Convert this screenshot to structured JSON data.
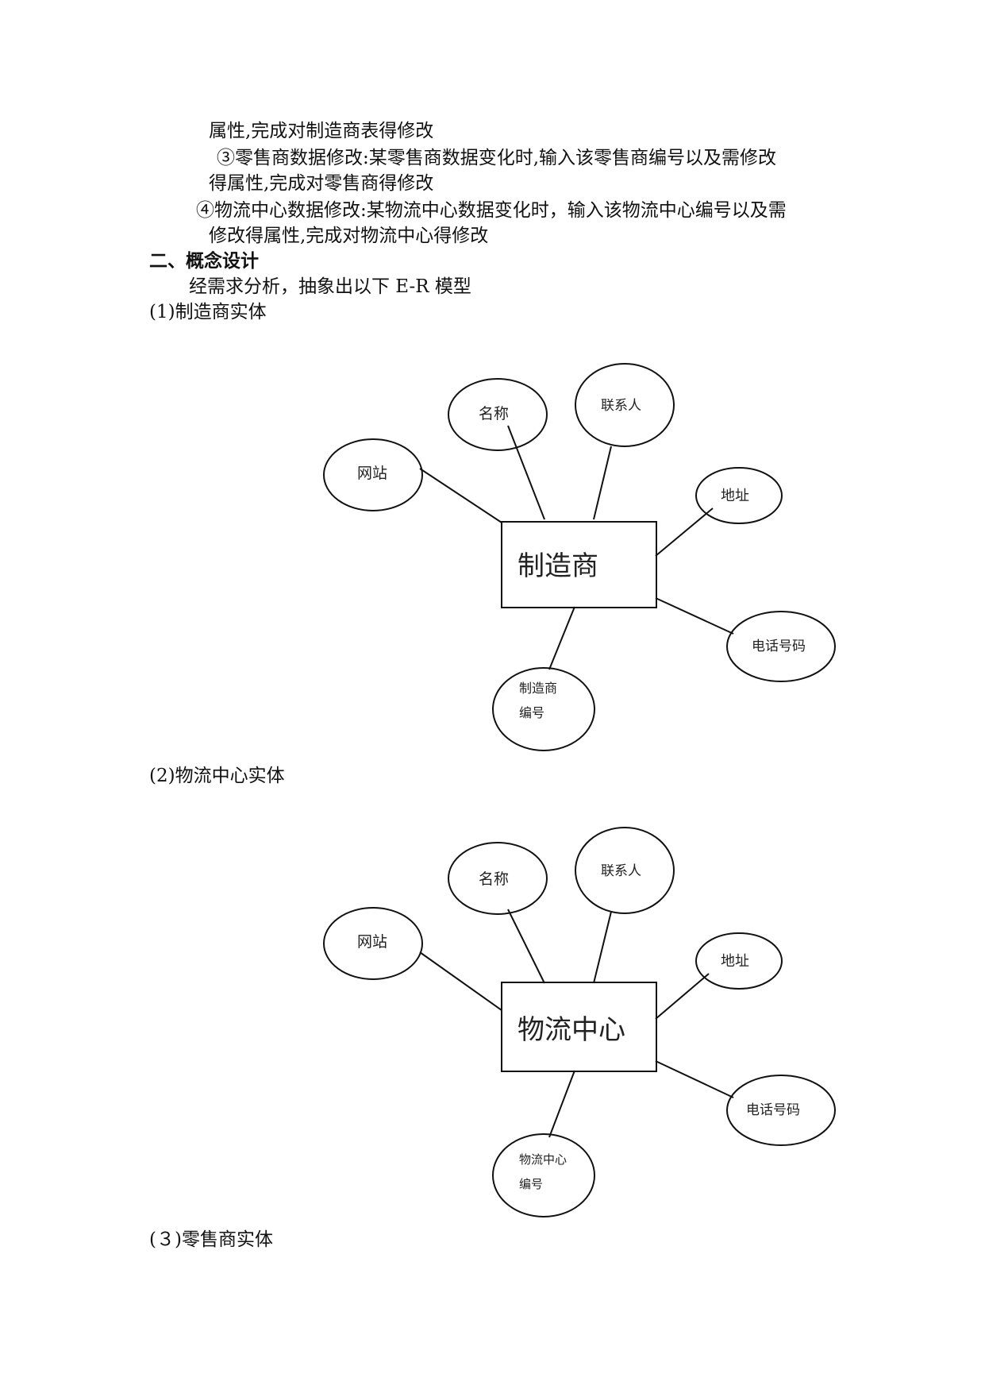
{
  "text": {
    "line1": "属性,完成对制造商表得修改",
    "line2": "③零售商数据修改:某零售商数据变化时,输入该零售商编号以及需修改",
    "line3": "得属性,完成对零售商得修改",
    "line4": "④物流中心数据修改:某物流中心数据变化时，输入该物流中心编号以及需",
    "line5": "修改得属性,完成对物流中心得修改",
    "heading": "二、概念设计",
    "intro": "经需求分析，抽象出以下 E-R 模型",
    "caption1": "(1)制造商实体",
    "caption2": "(2)物流中心实体",
    "caption3": "(３)零售商实体"
  },
  "diagram1": {
    "entity": "制造商",
    "attr_website": "网站",
    "attr_name": "名称",
    "attr_contact": "联系人",
    "attr_address": "地址",
    "attr_phone": "电话号码",
    "attr_id_1": "制造商",
    "attr_id_2": "编号"
  },
  "diagram2": {
    "entity": "物流中心",
    "attr_website": "网站",
    "attr_name": "名称",
    "attr_contact": "联系人",
    "attr_address": "地址",
    "attr_phone": "电话号码",
    "attr_id_1": "物流中心",
    "attr_id_2": "编号"
  }
}
